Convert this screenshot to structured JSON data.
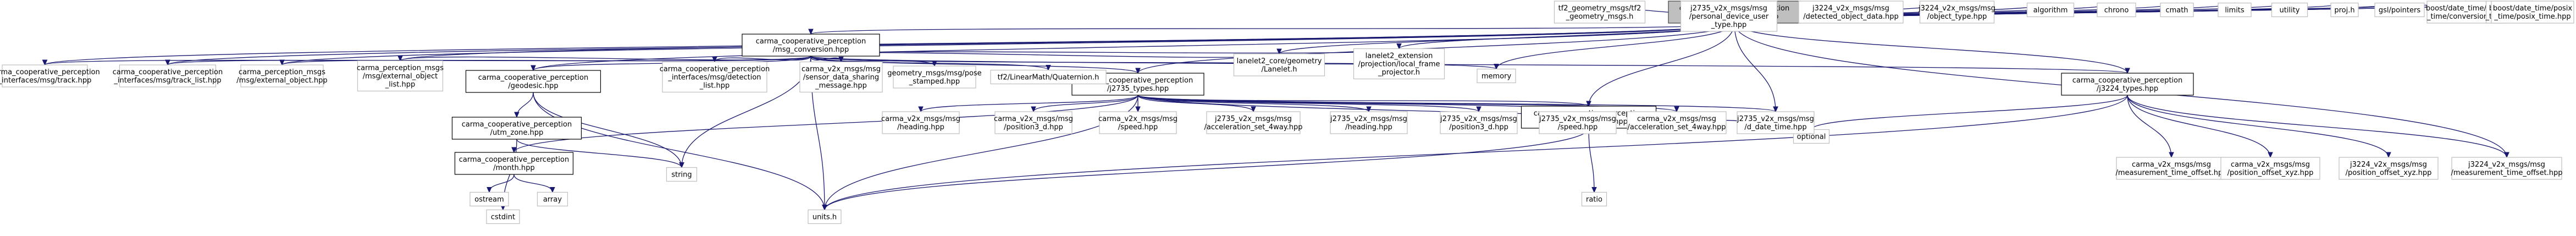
{
  "diagram": {
    "colors": {
      "edge": "#191970",
      "root_fill": "#bfbfbf",
      "root_stroke": "#404040",
      "documented_stroke": "#000000",
      "external_stroke": "#bfbfbf",
      "node_fill": "#ffffff"
    },
    "nodes": [
      {
        "id": "root",
        "lines": [
          "carma_cooperative_perception",
          "/src/msg_conversion.cpp"
        ],
        "kind": "root"
      },
      {
        "id": "mc_hpp",
        "lines": [
          "carma_cooperative_perception",
          "/msg_conversion.hpp"
        ],
        "kind": "doc"
      },
      {
        "id": "geodesic",
        "lines": [
          "carma_cooperative_perception",
          "/geodesic.hpp"
        ],
        "kind": "doc"
      },
      {
        "id": "j2735",
        "lines": [
          "carma_cooperative_perception",
          "/j2735_types.hpp"
        ],
        "kind": "doc"
      },
      {
        "id": "j3224",
        "lines": [
          "carma_cooperative_perception",
          "/j3224_types.hpp"
        ],
        "kind": "doc"
      },
      {
        "id": "utm_zone",
        "lines": [
          "carma_cooperative_perception",
          "/utm_zone.hpp"
        ],
        "kind": "doc"
      },
      {
        "id": "month",
        "lines": [
          "carma_cooperative_perception",
          "/month.hpp"
        ],
        "kind": "doc"
      },
      {
        "id": "units_ext",
        "lines": [
          "carma_cooperative_perception",
          "/units_extensions.hpp"
        ],
        "kind": "doc"
      },
      {
        "id": "track",
        "lines": [
          "carma_cooperative_perception",
          "_interfaces/msg/track.hpp"
        ],
        "kind": "ext"
      },
      {
        "id": "track_list",
        "lines": [
          "carma_cooperative_perception",
          "_interfaces/msg/track_list.hpp"
        ],
        "kind": "ext"
      },
      {
        "id": "ext_obj",
        "lines": [
          "carma_perception_msgs",
          "/msg/external_object.hpp"
        ],
        "kind": "ext"
      },
      {
        "id": "ext_obj_list",
        "lines": [
          "carma_perception_msgs",
          "/msg/external_object",
          "_list.hpp"
        ],
        "kind": "ext"
      },
      {
        "id": "detection_list",
        "lines": [
          "carma_cooperative_perception",
          "_interfaces/msg/detection",
          "_list.hpp"
        ],
        "kind": "ext"
      },
      {
        "id": "sdsm",
        "lines": [
          "carma_v2x_msgs/msg",
          "/sensor_data_sharing",
          "_message.hpp"
        ],
        "kind": "ext"
      },
      {
        "id": "pose_stamped",
        "lines": [
          "geometry_msgs/msg/pose",
          "_stamped.hpp"
        ],
        "kind": "ext"
      },
      {
        "id": "quaternion",
        "lines": [
          "tf2/LinearMath/Quaternion.h"
        ],
        "kind": "ext"
      },
      {
        "id": "lanelet_geom",
        "lines": [
          "lanelet2_core/geometry",
          "/Lanelet.h"
        ],
        "kind": "ext"
      },
      {
        "id": "lanelet_proj",
        "lines": [
          "lanelet2_extension",
          "/projection/local_frame",
          "_projector.h"
        ],
        "kind": "ext"
      },
      {
        "id": "memory",
        "lines": [
          "memory"
        ],
        "kind": "ext"
      },
      {
        "id": "tf2_geom",
        "lines": [
          "tf2_geometry_msgs/tf2",
          "_geometry_msgs.h"
        ],
        "kind": "ext"
      },
      {
        "id": "pdut",
        "lines": [
          "j2735_v2x_msgs/msg",
          "/personal_device_user",
          "_type.hpp"
        ],
        "kind": "ext"
      },
      {
        "id": "dod",
        "lines": [
          "j3224_v2x_msgs/msg",
          "/detected_object_data.hpp"
        ],
        "kind": "ext"
      },
      {
        "id": "obj_type",
        "lines": [
          "j3224_v2x_msgs/msg",
          "/object_type.hpp"
        ],
        "kind": "ext"
      },
      {
        "id": "algorithm",
        "lines": [
          "algorithm"
        ],
        "kind": "ext"
      },
      {
        "id": "chrono",
        "lines": [
          "chrono"
        ],
        "kind": "ext"
      },
      {
        "id": "cmath",
        "lines": [
          "cmath"
        ],
        "kind": "ext"
      },
      {
        "id": "limits",
        "lines": [
          "limits"
        ],
        "kind": "ext"
      },
      {
        "id": "utility",
        "lines": [
          "utility"
        ],
        "kind": "ext"
      },
      {
        "id": "proj",
        "lines": [
          "proj.h"
        ],
        "kind": "ext"
      },
      {
        "id": "gsl",
        "lines": [
          "gsl/pointers"
        ],
        "kind": "ext"
      },
      {
        "id": "posix_conv",
        "lines": [
          "boost/date_time/posix",
          "_time/conversion.hpp"
        ],
        "kind": "ext"
      },
      {
        "id": "posix_io",
        "lines": [
          "boost/date_time/posix",
          "_time/posix_time_io.hpp"
        ],
        "kind": "ext"
      },
      {
        "id": "posix_time",
        "lines": [
          "boost/date_time/posix",
          "_time/posix_time.hpp"
        ],
        "kind": "ext"
      },
      {
        "id": "string",
        "lines": [
          "string"
        ],
        "kind": "ext"
      },
      {
        "id": "cstdint",
        "lines": [
          "cstdint"
        ],
        "kind": "ext"
      },
      {
        "id": "ostream",
        "lines": [
          "ostream"
        ],
        "kind": "ext"
      },
      {
        "id": "array",
        "lines": [
          "array"
        ],
        "kind": "ext"
      },
      {
        "id": "units",
        "lines": [
          "units.h"
        ],
        "kind": "ext"
      },
      {
        "id": "ratio",
        "lines": [
          "ratio"
        ],
        "kind": "ext"
      },
      {
        "id": "optional",
        "lines": [
          "optional"
        ],
        "kind": "ext"
      },
      {
        "id": "c_heading",
        "lines": [
          "carma_v2x_msgs/msg",
          "/heading.hpp"
        ],
        "kind": "ext"
      },
      {
        "id": "c_pos3d",
        "lines": [
          "carma_v2x_msgs/msg",
          "/position3_d.hpp"
        ],
        "kind": "ext"
      },
      {
        "id": "c_speed",
        "lines": [
          "carma_v2x_msgs/msg",
          "/speed.hpp"
        ],
        "kind": "ext"
      },
      {
        "id": "j_accel",
        "lines": [
          "j2735_v2x_msgs/msg",
          "/acceleration_set_4way.hpp"
        ],
        "kind": "ext"
      },
      {
        "id": "j_heading",
        "lines": [
          "j2735_v2x_msgs/msg",
          "/heading.hpp"
        ],
        "kind": "ext"
      },
      {
        "id": "j_pos3d",
        "lines": [
          "j2735_v2x_msgs/msg",
          "/position3_d.hpp"
        ],
        "kind": "ext"
      },
      {
        "id": "j_speed",
        "lines": [
          "j2735_v2x_msgs/msg",
          "/speed.hpp"
        ],
        "kind": "ext"
      },
      {
        "id": "c_accel",
        "lines": [
          "carma_v2x_msgs/msg",
          "/acceleration_set_4way.hpp"
        ],
        "kind": "ext"
      },
      {
        "id": "j_ddt",
        "lines": [
          "j2735_v2x_msgs/msg",
          "/d_date_time.hpp"
        ],
        "kind": "ext"
      },
      {
        "id": "j3_mto",
        "lines": [
          "j3224_v2x_msgs/msg",
          "/measurement_time_offset.hpp"
        ],
        "kind": "ext"
      },
      {
        "id": "c_mto",
        "lines": [
          "carma_v2x_msgs/msg",
          "/measurement_time_offset.hpp"
        ],
        "kind": "ext"
      },
      {
        "id": "c_pxy",
        "lines": [
          "carma_v2x_msgs/msg",
          "/position_offset_xyz.hpp"
        ],
        "kind": "ext"
      },
      {
        "id": "j3_pxy",
        "lines": [
          "j3224_v2x_msgs/msg",
          "/position_offset_xyz.hpp"
        ],
        "kind": "ext"
      }
    ],
    "edges": [
      [
        "root",
        "mc_hpp"
      ],
      [
        "root",
        "track"
      ],
      [
        "root",
        "track_list"
      ],
      [
        "root",
        "ext_obj"
      ],
      [
        "root",
        "ext_obj_list"
      ],
      [
        "root",
        "geodesic"
      ],
      [
        "root",
        "j2735"
      ],
      [
        "root",
        "j3224"
      ],
      [
        "root",
        "lanelet_geom"
      ],
      [
        "root",
        "lanelet_proj"
      ],
      [
        "root",
        "memory"
      ],
      [
        "root",
        "tf2_geom"
      ],
      [
        "root",
        "pdut"
      ],
      [
        "root",
        "dod"
      ],
      [
        "root",
        "obj_type"
      ],
      [
        "root",
        "algorithm"
      ],
      [
        "root",
        "chrono"
      ],
      [
        "root",
        "cmath"
      ],
      [
        "root",
        "limits"
      ],
      [
        "root",
        "utility"
      ],
      [
        "root",
        "proj"
      ],
      [
        "root",
        "gsl"
      ],
      [
        "root",
        "posix_conv"
      ],
      [
        "root",
        "posix_io"
      ],
      [
        "root",
        "posix_time"
      ],
      [
        "root",
        "units_ext"
      ],
      [
        "root",
        "j_ddt"
      ],
      [
        "root",
        "j3_mto"
      ],
      [
        "mc_hpp",
        "track"
      ],
      [
        "mc_hpp",
        "track_list"
      ],
      [
        "mc_hpp",
        "ext_obj"
      ],
      [
        "mc_hpp",
        "ext_obj_list"
      ],
      [
        "mc_hpp",
        "geodesic"
      ],
      [
        "mc_hpp",
        "detection_list"
      ],
      [
        "mc_hpp",
        "sdsm"
      ],
      [
        "mc_hpp",
        "pose_stamped"
      ],
      [
        "mc_hpp",
        "quaternion"
      ],
      [
        "mc_hpp",
        "j2735"
      ],
      [
        "mc_hpp",
        "lanelet_geom"
      ],
      [
        "mc_hpp",
        "lanelet_proj"
      ],
      [
        "mc_hpp",
        "memory"
      ],
      [
        "mc_hpp",
        "j3224"
      ],
      [
        "mc_hpp",
        "string"
      ],
      [
        "mc_hpp",
        "units"
      ],
      [
        "geodesic",
        "utm_zone"
      ],
      [
        "geodesic",
        "string"
      ],
      [
        "geodesic",
        "units"
      ],
      [
        "utm_zone",
        "string"
      ],
      [
        "utm_zone",
        "cstdint"
      ],
      [
        "j2735",
        "month"
      ],
      [
        "j2735",
        "units_ext"
      ],
      [
        "j2735",
        "units"
      ],
      [
        "j2735",
        "optional"
      ],
      [
        "j2735",
        "c_heading"
      ],
      [
        "j2735",
        "c_pos3d"
      ],
      [
        "j2735",
        "c_speed"
      ],
      [
        "j2735",
        "j_accel"
      ],
      [
        "j2735",
        "j_heading"
      ],
      [
        "j2735",
        "j_pos3d"
      ],
      [
        "j2735",
        "j_speed"
      ],
      [
        "j2735",
        "c_accel"
      ],
      [
        "j2735",
        "j_ddt"
      ],
      [
        "month",
        "ostream"
      ],
      [
        "month",
        "array"
      ],
      [
        "units_ext",
        "units"
      ],
      [
        "units_ext",
        "ratio"
      ],
      [
        "j3224",
        "units"
      ],
      [
        "j3224",
        "optional"
      ],
      [
        "j3224",
        "c_mto"
      ],
      [
        "j3224",
        "c_pxy"
      ],
      [
        "j3224",
        "j3_pxy"
      ],
      [
        "j3224",
        "j3_mto"
      ]
    ]
  }
}
